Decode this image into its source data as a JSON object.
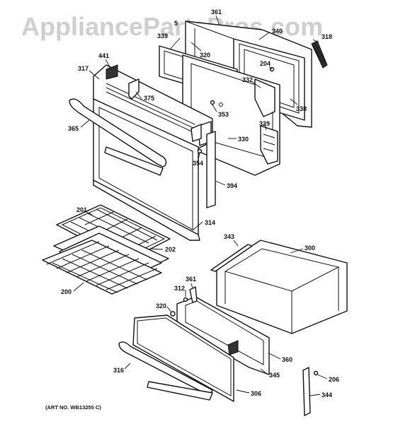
{
  "watermark": "AppliancePartsPros.com",
  "art_number": "(ART NO. WB13255 C)",
  "callouts": {
    "c361a": "361",
    "c5": "5",
    "c339": "339",
    "c320a": "320",
    "c340": "340",
    "c318": "318",
    "c441": "441",
    "c317": "317",
    "c204": "204",
    "c375": "375",
    "c332": "332",
    "c338": "338",
    "c353": "353",
    "c365": "365",
    "c329": "329",
    "c330": "330",
    "c354": "354",
    "c394": "394",
    "c201": "201",
    "c314": "314",
    "c343": "343",
    "c300": "300",
    "c202": "202",
    "c200": "200",
    "c361b": "361",
    "c312": "312",
    "c320b": "320",
    "c360": "360",
    "c316": "316",
    "c345": "345",
    "c206": "206",
    "c306": "306",
    "c344": "344"
  }
}
